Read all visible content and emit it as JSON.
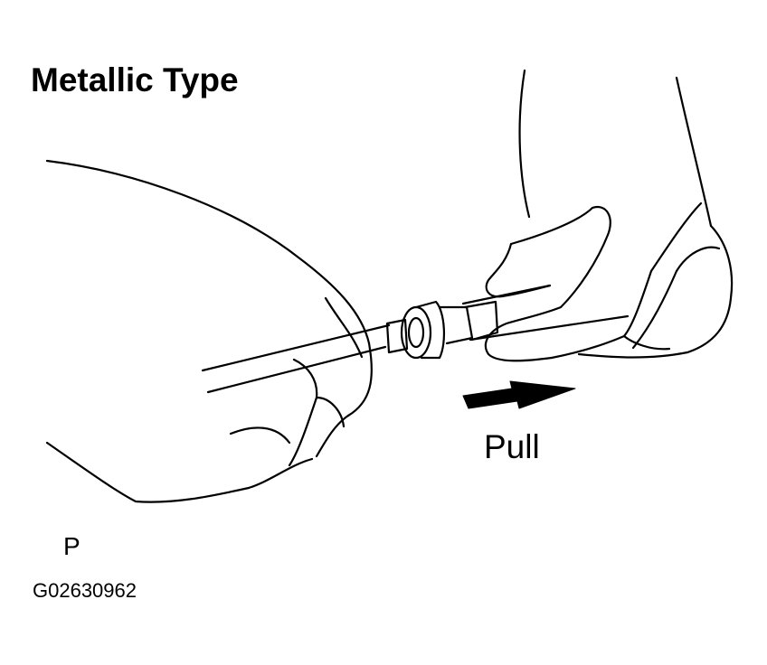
{
  "title": "Metallic Type",
  "direction_label": "Pull",
  "view_letter": "P",
  "figure_code": "G02630962",
  "colors": {
    "ink": "#000000",
    "paper": "#ffffff"
  },
  "icons": {
    "arrow": "pull-direction-arrow-icon"
  }
}
